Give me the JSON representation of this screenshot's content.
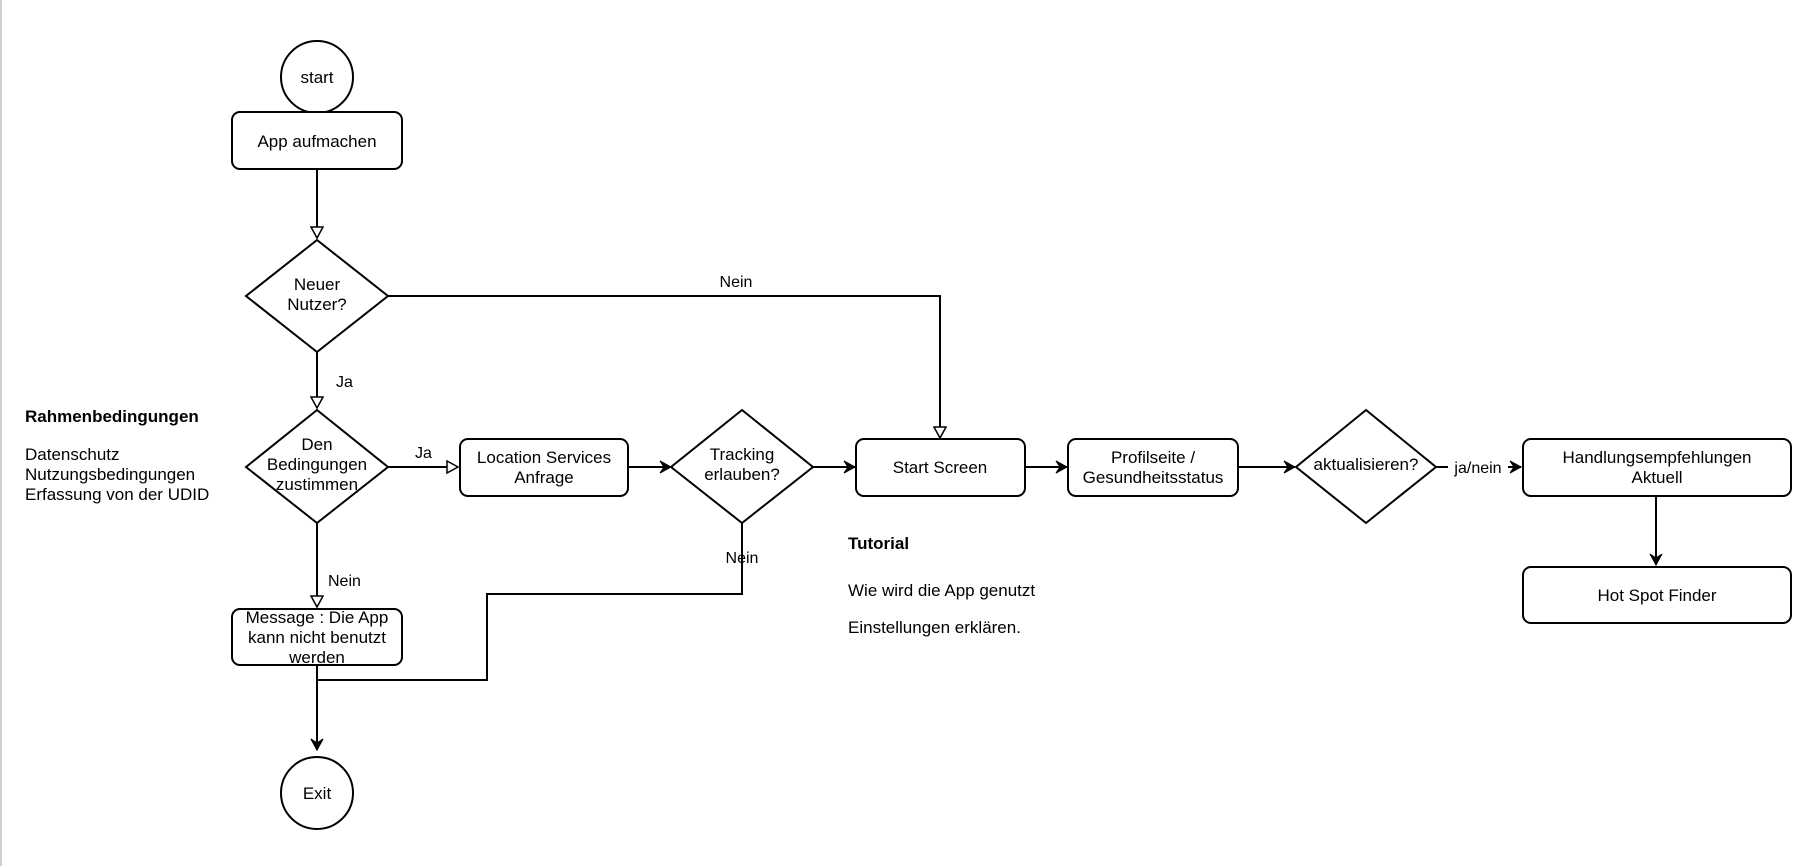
{
  "nodes": {
    "start": "start",
    "app_open": "App aufmachen",
    "new_user": [
      "Neuer",
      "Nutzer?"
    ],
    "terms": [
      "Den",
      "Bedingungen",
      "zustimmen"
    ],
    "location": [
      "Location Services",
      "Anfrage"
    ],
    "tracking": [
      "Tracking",
      "erlauben?"
    ],
    "start_screen": "Start Screen",
    "profile": [
      "Profilseite /",
      "Gesundheitsstatus"
    ],
    "update": "aktualisieren?",
    "advice": [
      "Handlungsempfehlungen",
      "Aktuell"
    ],
    "hotspot": "Hot Spot Finder",
    "message": [
      "Message : Die App",
      "kann nicht benutzt",
      "werden"
    ],
    "exit": "Exit"
  },
  "edge_labels": {
    "new_no": "Nein",
    "new_yes": "Ja",
    "terms_yes": "Ja",
    "terms_no": "Nein",
    "tracking_no": "Nein",
    "update_label": "ja/nein"
  },
  "notes": {
    "framework": {
      "title": "Rahmenbedingungen",
      "lines": [
        "Datenschutz",
        "Nutzungsbedingungen",
        "Erfassung von der UDID"
      ]
    },
    "tutorial": {
      "title": "Tutorial",
      "line1": "Wie wird die App genutzt",
      "line2": "Einstellungen erklären."
    }
  }
}
